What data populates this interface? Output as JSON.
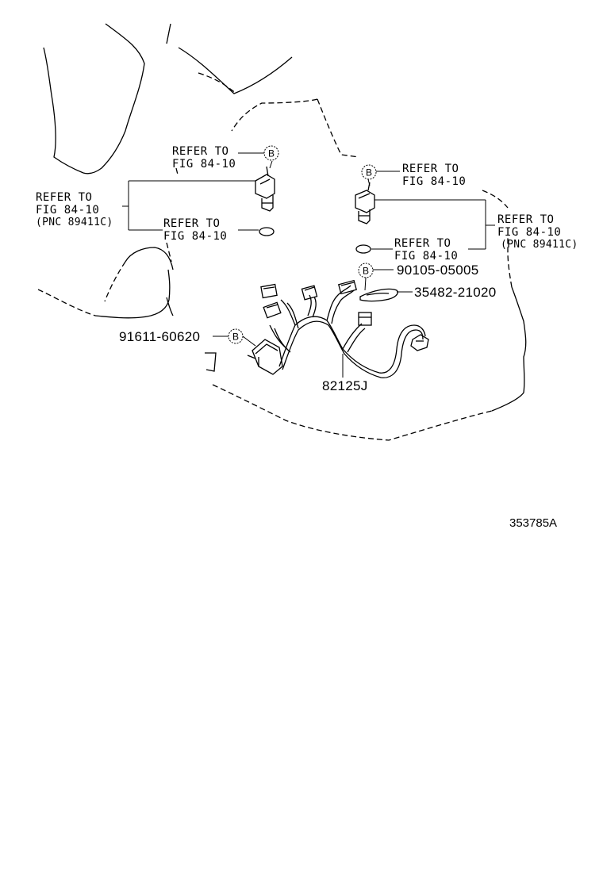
{
  "diagram": {
    "figure_number": "353785A",
    "badge_letter": "B",
    "refs": {
      "upper_left": {
        "line1": "REFER TO",
        "line2": "FIG 84-10"
      },
      "left_main": {
        "line1": "REFER TO",
        "line2": "FIG 84-10",
        "line3": "(PNC 89411C)"
      },
      "left_lower": {
        "line1": "REFER TO",
        "line2": "FIG 84-10"
      },
      "upper_right": {
        "line1": "REFER TO",
        "line2": "FIG 84-10"
      },
      "right_main": {
        "line1": "REFER TO",
        "line2": "FIG 84-10",
        "line3": "(PNC 89411C)"
      },
      "right_lower": {
        "line1": "REFER TO",
        "line2": "FIG 84-10"
      }
    },
    "parts": {
      "bolt": "90105-05005",
      "clamp": "35482-21020",
      "screw": "91611-60620",
      "wire_harness": "82125J"
    }
  }
}
